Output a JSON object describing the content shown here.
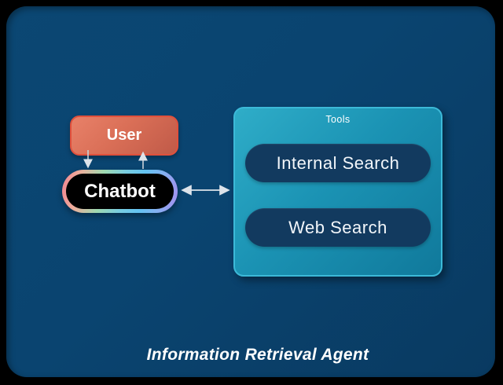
{
  "page": {
    "title": "Information Retrieval Agent"
  },
  "nodes": {
    "user": {
      "label": "User"
    },
    "chatbot": {
      "label": "Chatbot"
    },
    "tools": {
      "label": "Tools",
      "items": [
        {
          "label": "Internal Search"
        },
        {
          "label": "Web Search"
        }
      ]
    }
  },
  "edges": [
    {
      "from": "User",
      "to": "Chatbot",
      "direction": "down"
    },
    {
      "from": "Chatbot",
      "to": "User",
      "direction": "up"
    },
    {
      "from": "Chatbot",
      "to": "Tools",
      "direction": "bidirectional"
    }
  ],
  "colors": {
    "page_background": "#000000",
    "canvas_background": "#0a4470",
    "user_fill": "#da6f57",
    "user_border": "#e0503c",
    "chatbot_fill": "#000000",
    "chatbot_border_gradient": [
      "#ef8290",
      "#9fd9b0",
      "#63c3f2",
      "#a78cee"
    ],
    "tools_fill_gradient": [
      "#2fadc8",
      "#10799b"
    ],
    "tools_border": "#3cb9d8",
    "tool_pill_fill": "#123a5f",
    "arrow": "#dde3ea",
    "text": "#ffffff"
  }
}
